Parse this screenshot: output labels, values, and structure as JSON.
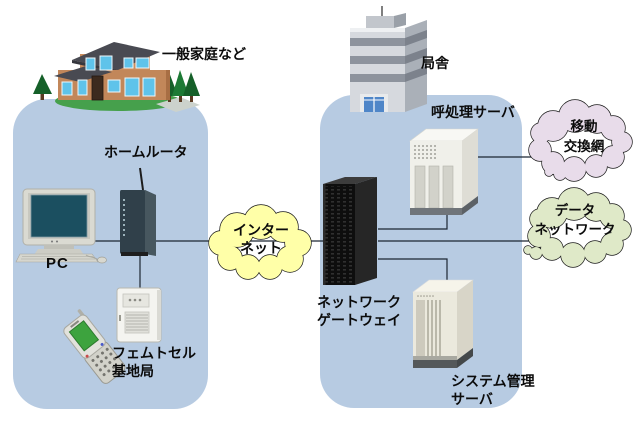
{
  "diagram": {
    "zones": {
      "home": {
        "house_label": "一般家庭など",
        "router_label": "ホームルータ",
        "pc_label": "PC",
        "femtocell_label_line1": "フェムトセル",
        "femtocell_label_line2": "基地局"
      },
      "operator": {
        "building_label": "局舎",
        "call_server_label": "呼処理サーバ",
        "gateway_label_line1": "ネットワーク",
        "gateway_label_line2": "ゲートウェイ",
        "system_server_label_line1": "システム管理",
        "system_server_label_line2": "サーバ"
      }
    },
    "clouds": {
      "internet": {
        "line1": "インター",
        "line2": "ネット",
        "fill": "#ffffa8"
      },
      "mobile_switching": {
        "line1": "移動",
        "line2": "交換網",
        "fill": "#e8dcea"
      },
      "data_network": {
        "line1": "データ",
        "line2": "ネットワーク",
        "fill": "#dfe9c8"
      }
    },
    "colors": {
      "zone_fill": "#b7cbe2",
      "line": "#1c2633"
    }
  }
}
